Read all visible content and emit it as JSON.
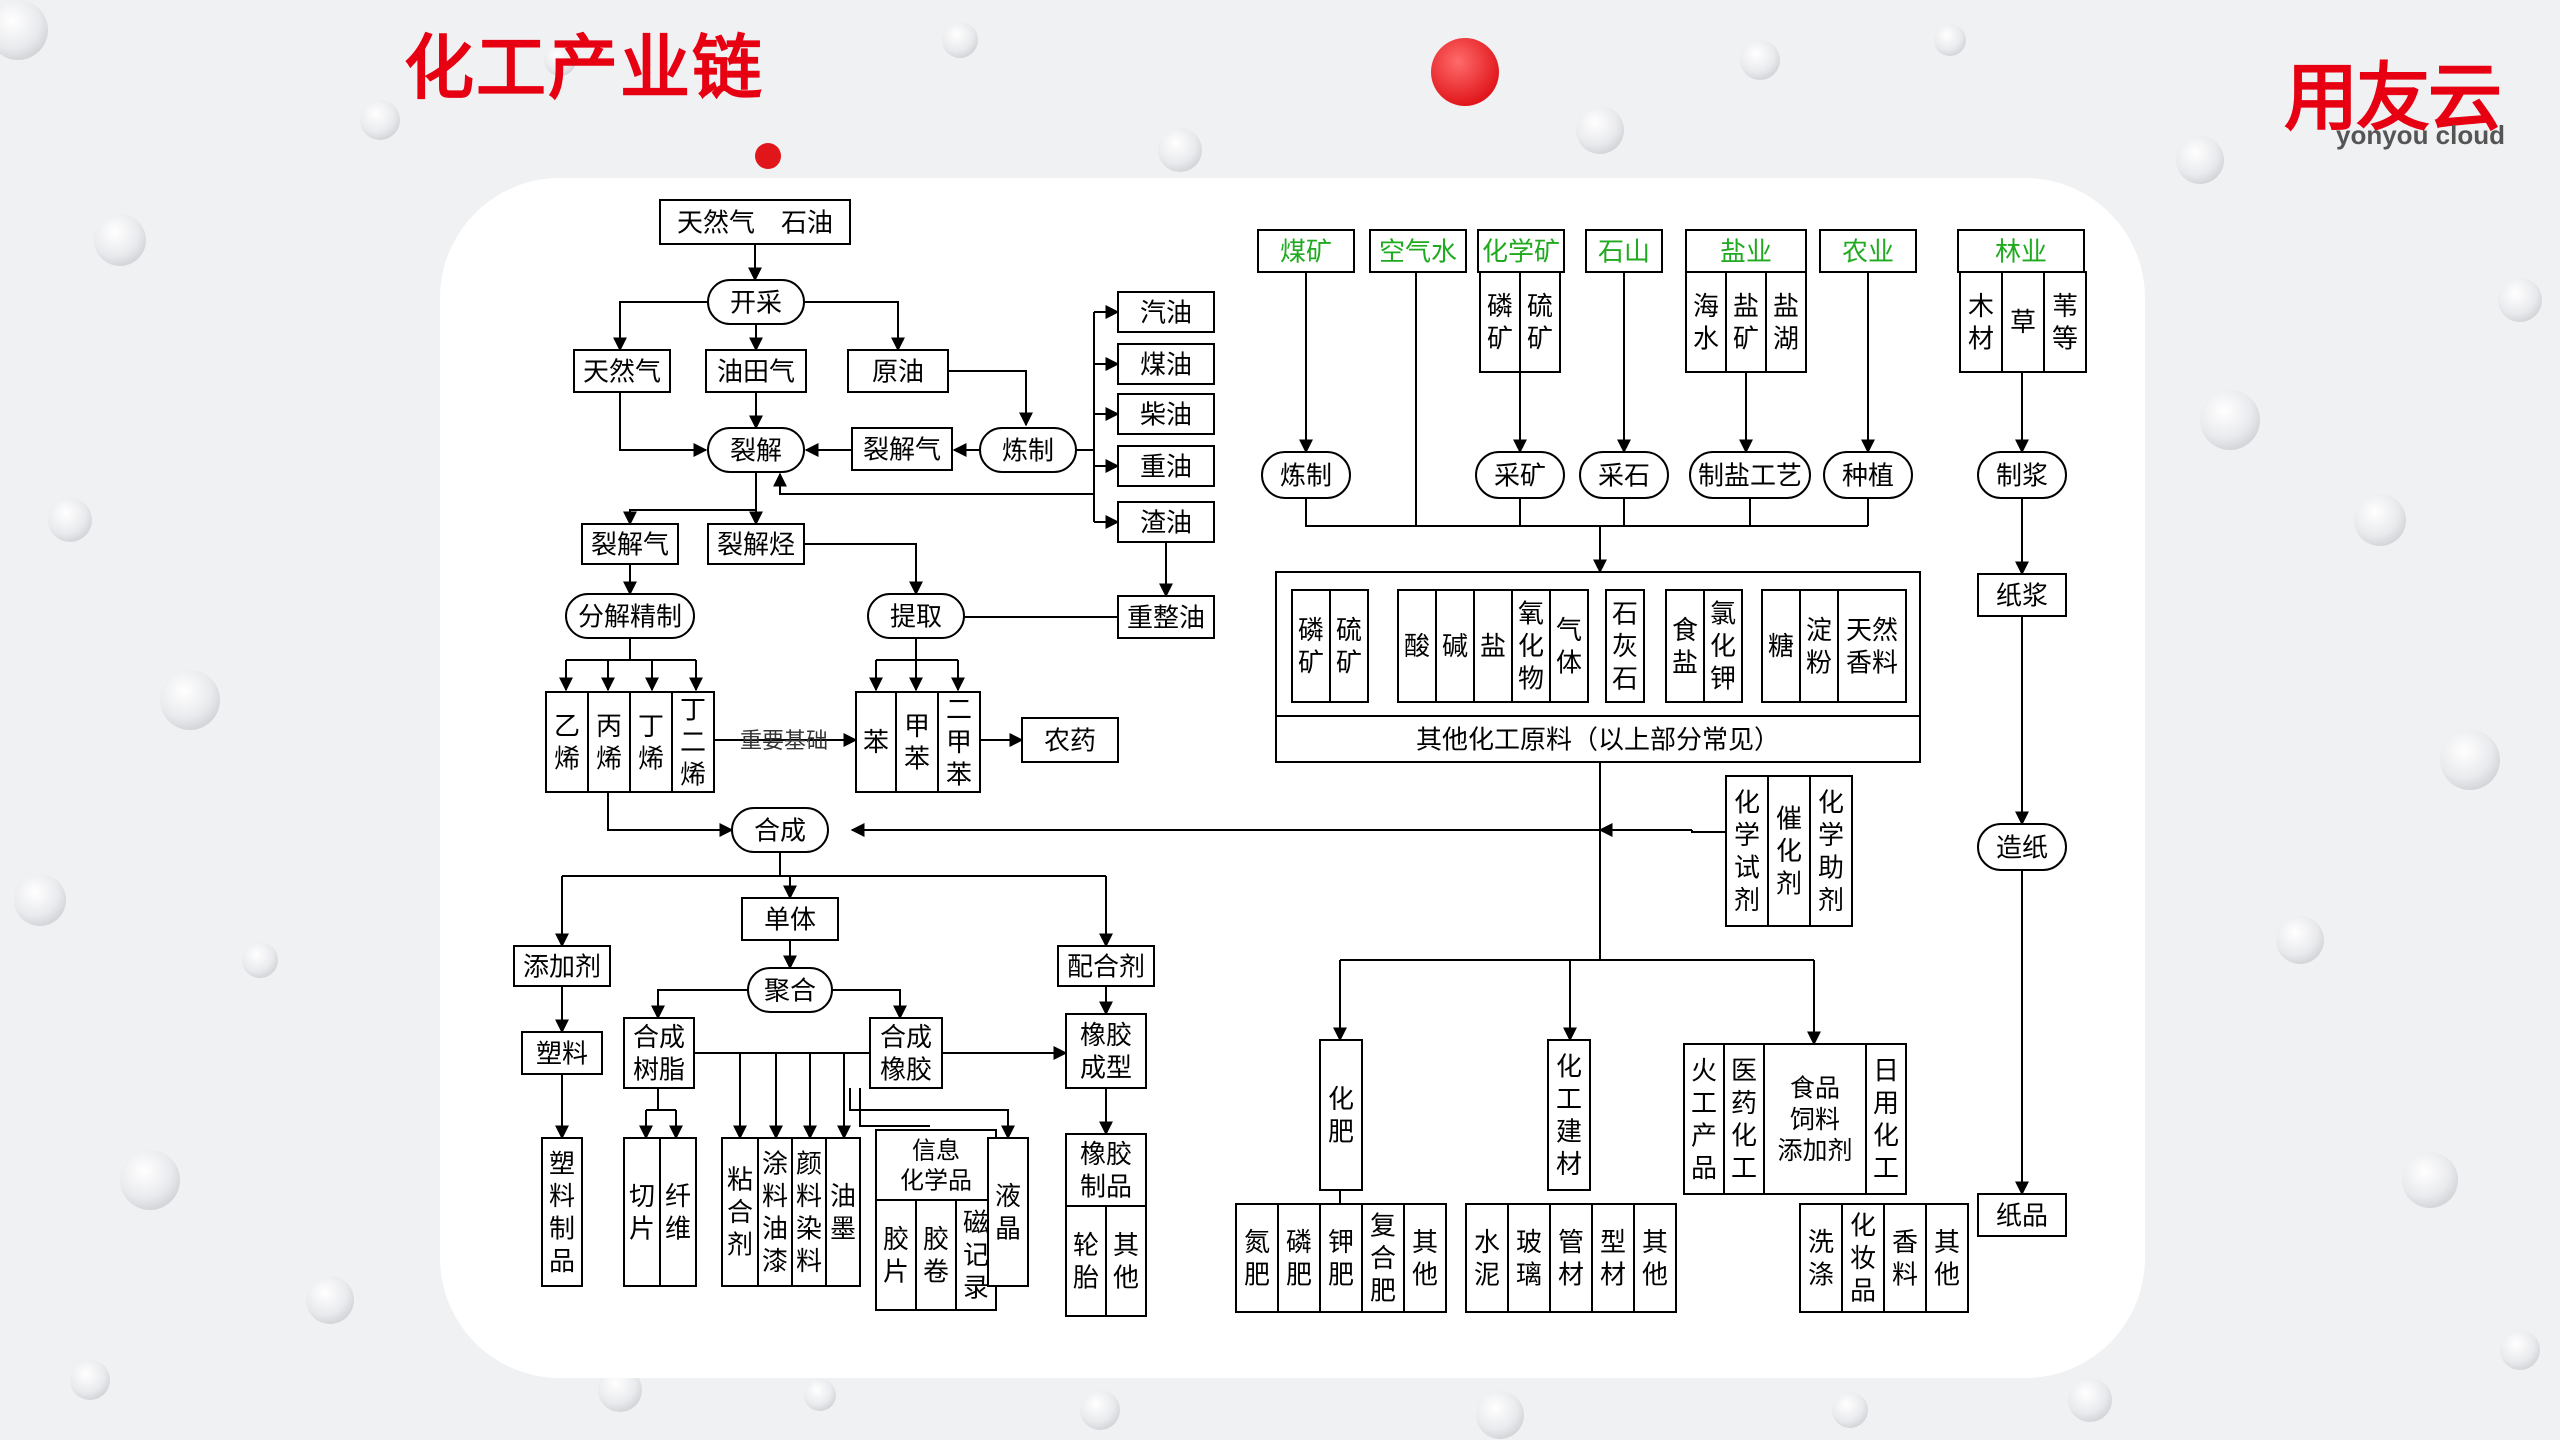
{
  "slide": {
    "title": "化工产业链"
  },
  "logo": {
    "name": "用友云",
    "tagline": "yonyou cloud"
  },
  "colors": {
    "accent": "#e60012",
    "source_green": "#1faa1f",
    "line": "#000000"
  },
  "diagram": {
    "petro": {
      "source": "天然气　石油",
      "mining": "开采",
      "natural_gas": "天然气",
      "oilfield_gas": "油田气",
      "crude_oil": "原油",
      "cracking": "裂解",
      "cracked_gas_a": "裂解气",
      "refining": "炼制",
      "gasoline": "汽油",
      "kerosene": "煤油",
      "diesel": "柴油",
      "heavy_oil": "重油",
      "residue_oil": "渣油",
      "reformed_oil": "重整油",
      "cracked_gas_b": "裂解气",
      "cracked_hydrocarbon": "裂解烃",
      "separation_refining": "分解精制",
      "extraction": "提取",
      "ethylene": "乙烯",
      "propylene": "丙烯",
      "butene": "丁烯",
      "butadiene": "丁二烯",
      "important_basis": "重要基础",
      "benzene": "苯",
      "toluene": "甲苯",
      "xylene": "二甲苯",
      "pesticide": "农药",
      "synthesis": "合成",
      "monomer": "单体",
      "additive": "添加剂",
      "polymerization": "聚合",
      "compounding_agent": "配合剂",
      "plastic": "塑料",
      "synthetic_resin": "合成树脂",
      "synthetic_rubber": "合成橡胶",
      "rubber_molding": "橡胶成型",
      "plastic_products": "塑料制品",
      "chips": "切片",
      "fiber": "纤维",
      "adhesive": "粘合剂",
      "paint": "涂料油漆",
      "dye": "颜料染料",
      "ink": "油墨",
      "info_chem": "信息化学品",
      "film": "胶片",
      "roll": "胶卷",
      "magnetic_record": "磁记录",
      "liquid_crystal": "液晶",
      "rubber_products": "橡胶制品",
      "tire": "轮胎",
      "rubber_other": "其他"
    },
    "sources": {
      "coal": "煤矿",
      "air_water": "空气水",
      "chem_mine": "化学矿",
      "stone": "石山",
      "salt": "盐业",
      "agri": "农业",
      "forest": "林业",
      "phos_mine": "磷矿",
      "sulfur_mine": "硫矿",
      "seawater": "海水",
      "salt_mine": "盐矿",
      "salt_lake": "盐湖",
      "wood": "木材",
      "grass": "草",
      "reed": "苇等"
    },
    "processes": {
      "refining": "炼制",
      "mining": "采矿",
      "quarrying": "采石",
      "salt_process": "制盐工艺",
      "planting": "种植",
      "pulping": "制浆"
    },
    "raw": {
      "phos": "磷矿",
      "sulfur": "硫矿",
      "acid": "酸",
      "alkali": "碱",
      "salt": "盐",
      "oxide": "氧化物",
      "gas": "气体",
      "limestone": "石灰石",
      "table_salt": "食盐",
      "kcl": "氯化钾",
      "sugar": "糖",
      "starch": "淀粉",
      "natural_spice": "天然香料",
      "caption": "其他化工原料（以上部分常见）"
    },
    "aux": {
      "reagent": "化学试剂",
      "catalyst": "催化剂",
      "auxiliary": "化学助剂"
    },
    "products": {
      "fertilizer": "化肥",
      "nitrogen": "氮肥",
      "phosphate": "磷肥",
      "potash": "钾肥",
      "compound": "复合肥",
      "fert_other": "其他",
      "building": "化工建材",
      "cement": "水泥",
      "glass": "玻璃",
      "pipe": "管材",
      "profile": "型材",
      "build_other": "其他",
      "pyro": "火工产品",
      "pharma": "医药化工",
      "food_additive": "食品饲料添加剂",
      "daily": "日用化工",
      "detergent": "洗涤",
      "cosmetics": "化妆品",
      "fragrance": "香料",
      "daily_other": "其他"
    },
    "paper": {
      "pulp": "纸浆",
      "papermaking": "造纸",
      "paper_products": "纸品"
    }
  }
}
